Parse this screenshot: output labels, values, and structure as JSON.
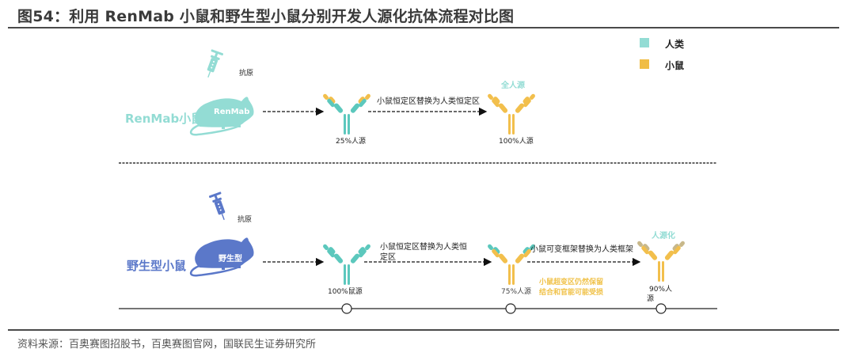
{
  "title": "图54：利用 RenMab 小鼠和野生型小鼠分别开发人源化抗体流程对比图",
  "source": "资料来源：百奥赛图招股书，百奥赛图官网，国联民生证券研究所",
  "colors": {
    "human": "#5cc8bd",
    "mouse": "#f2bf4c",
    "renmab": "#93dcd4",
    "wildtype": "#5b78c9",
    "cdr_grey": "#c8b88a"
  },
  "legend": [
    {
      "label": "人类",
      "color": "#93dcd4"
    },
    {
      "label": "小鼠",
      "color": "#f0bd45"
    }
  ],
  "renmab_row": {
    "label": "RenMab小鼠",
    "mouse_text": "RenMab",
    "antigen_label": "抗原",
    "step1_antibody_label": "25%人源",
    "arrow2_label": "小鼠恒定区替换为人类恒定区",
    "final_tag": "全人源",
    "final_antibody_label": "100%人源"
  },
  "wildtype_row": {
    "label": "野生型小鼠",
    "mouse_text": "野生型",
    "antigen_label": "抗原",
    "step1_antibody_label": "100%鼠源",
    "arrow2_label_line1": "小鼠恒定区替换为人类恒",
    "arrow2_label_line2": "定区",
    "step2_antibody_label": "75%人源",
    "arrow3_label": "小鼠可变框架替换为人类框架",
    "warning_line1": "小鼠超变区仍然保留",
    "warning_line2": "结合和官能可能受损",
    "final_tag": "人源化",
    "final_antibody_label_line1": "90%人",
    "final_antibody_label_line2": "源"
  }
}
